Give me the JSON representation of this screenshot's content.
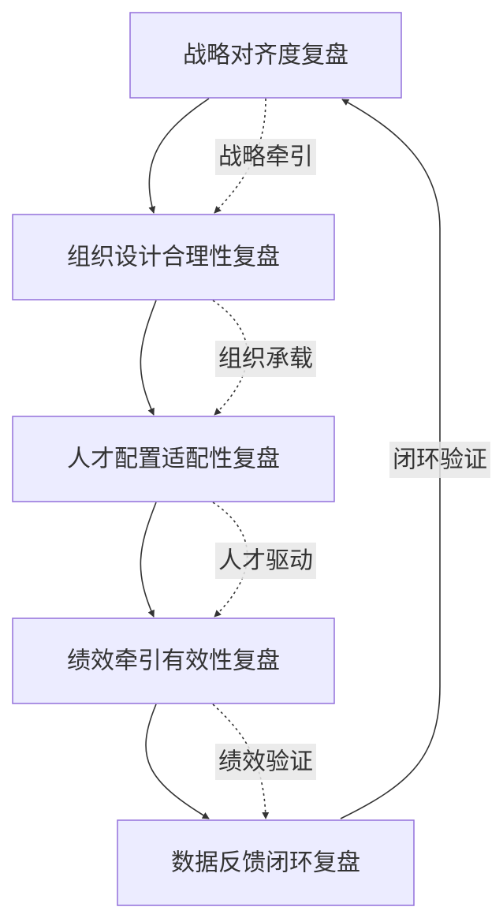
{
  "diagram": {
    "nodes": [
      {
        "id": "n1",
        "label": "战略对齐度复盘"
      },
      {
        "id": "n2",
        "label": "组织设计合理性复盘"
      },
      {
        "id": "n3",
        "label": "人才配置适配性复盘"
      },
      {
        "id": "n4",
        "label": "绩效牵引有效性复盘"
      },
      {
        "id": "n5",
        "label": "数据反馈闭环复盘"
      }
    ],
    "edges": [
      {
        "from": "n1",
        "to": "n2",
        "style": "solid"
      },
      {
        "from": "n1",
        "to": "n2",
        "style": "dotted",
        "label": "战略牵引"
      },
      {
        "from": "n2",
        "to": "n3",
        "style": "solid"
      },
      {
        "from": "n2",
        "to": "n3",
        "style": "dotted",
        "label": "组织承载"
      },
      {
        "from": "n3",
        "to": "n4",
        "style": "solid"
      },
      {
        "from": "n3",
        "to": "n4",
        "style": "dotted",
        "label": "人才驱动"
      },
      {
        "from": "n4",
        "to": "n5",
        "style": "solid"
      },
      {
        "from": "n4",
        "to": "n5",
        "style": "dotted",
        "label": "绩效验证"
      },
      {
        "from": "n5",
        "to": "n1",
        "style": "solid",
        "label": "闭环验证"
      }
    ],
    "colors": {
      "node_fill": "#ececff",
      "node_border": "#9370db",
      "edge": "#333333",
      "label_bg": "#e8e8e8",
      "text": "#333333"
    }
  }
}
